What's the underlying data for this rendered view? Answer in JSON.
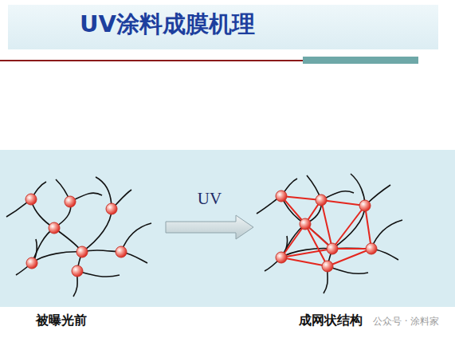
{
  "diagram": {
    "title": "UV涂料成膜机理",
    "nodes": [
      {
        "text": [
          "被曝光前"
        ]
      },
      {
        "text": [
          "成网状结构"
        ]
      }
    ],
    "edges": [
      {
        "from": 0,
        "to": 1,
        "arrow": "to",
        "label": "UV"
      }
    ],
    "labels": [
      "公众号 · 涂料家"
    ]
  }
}
